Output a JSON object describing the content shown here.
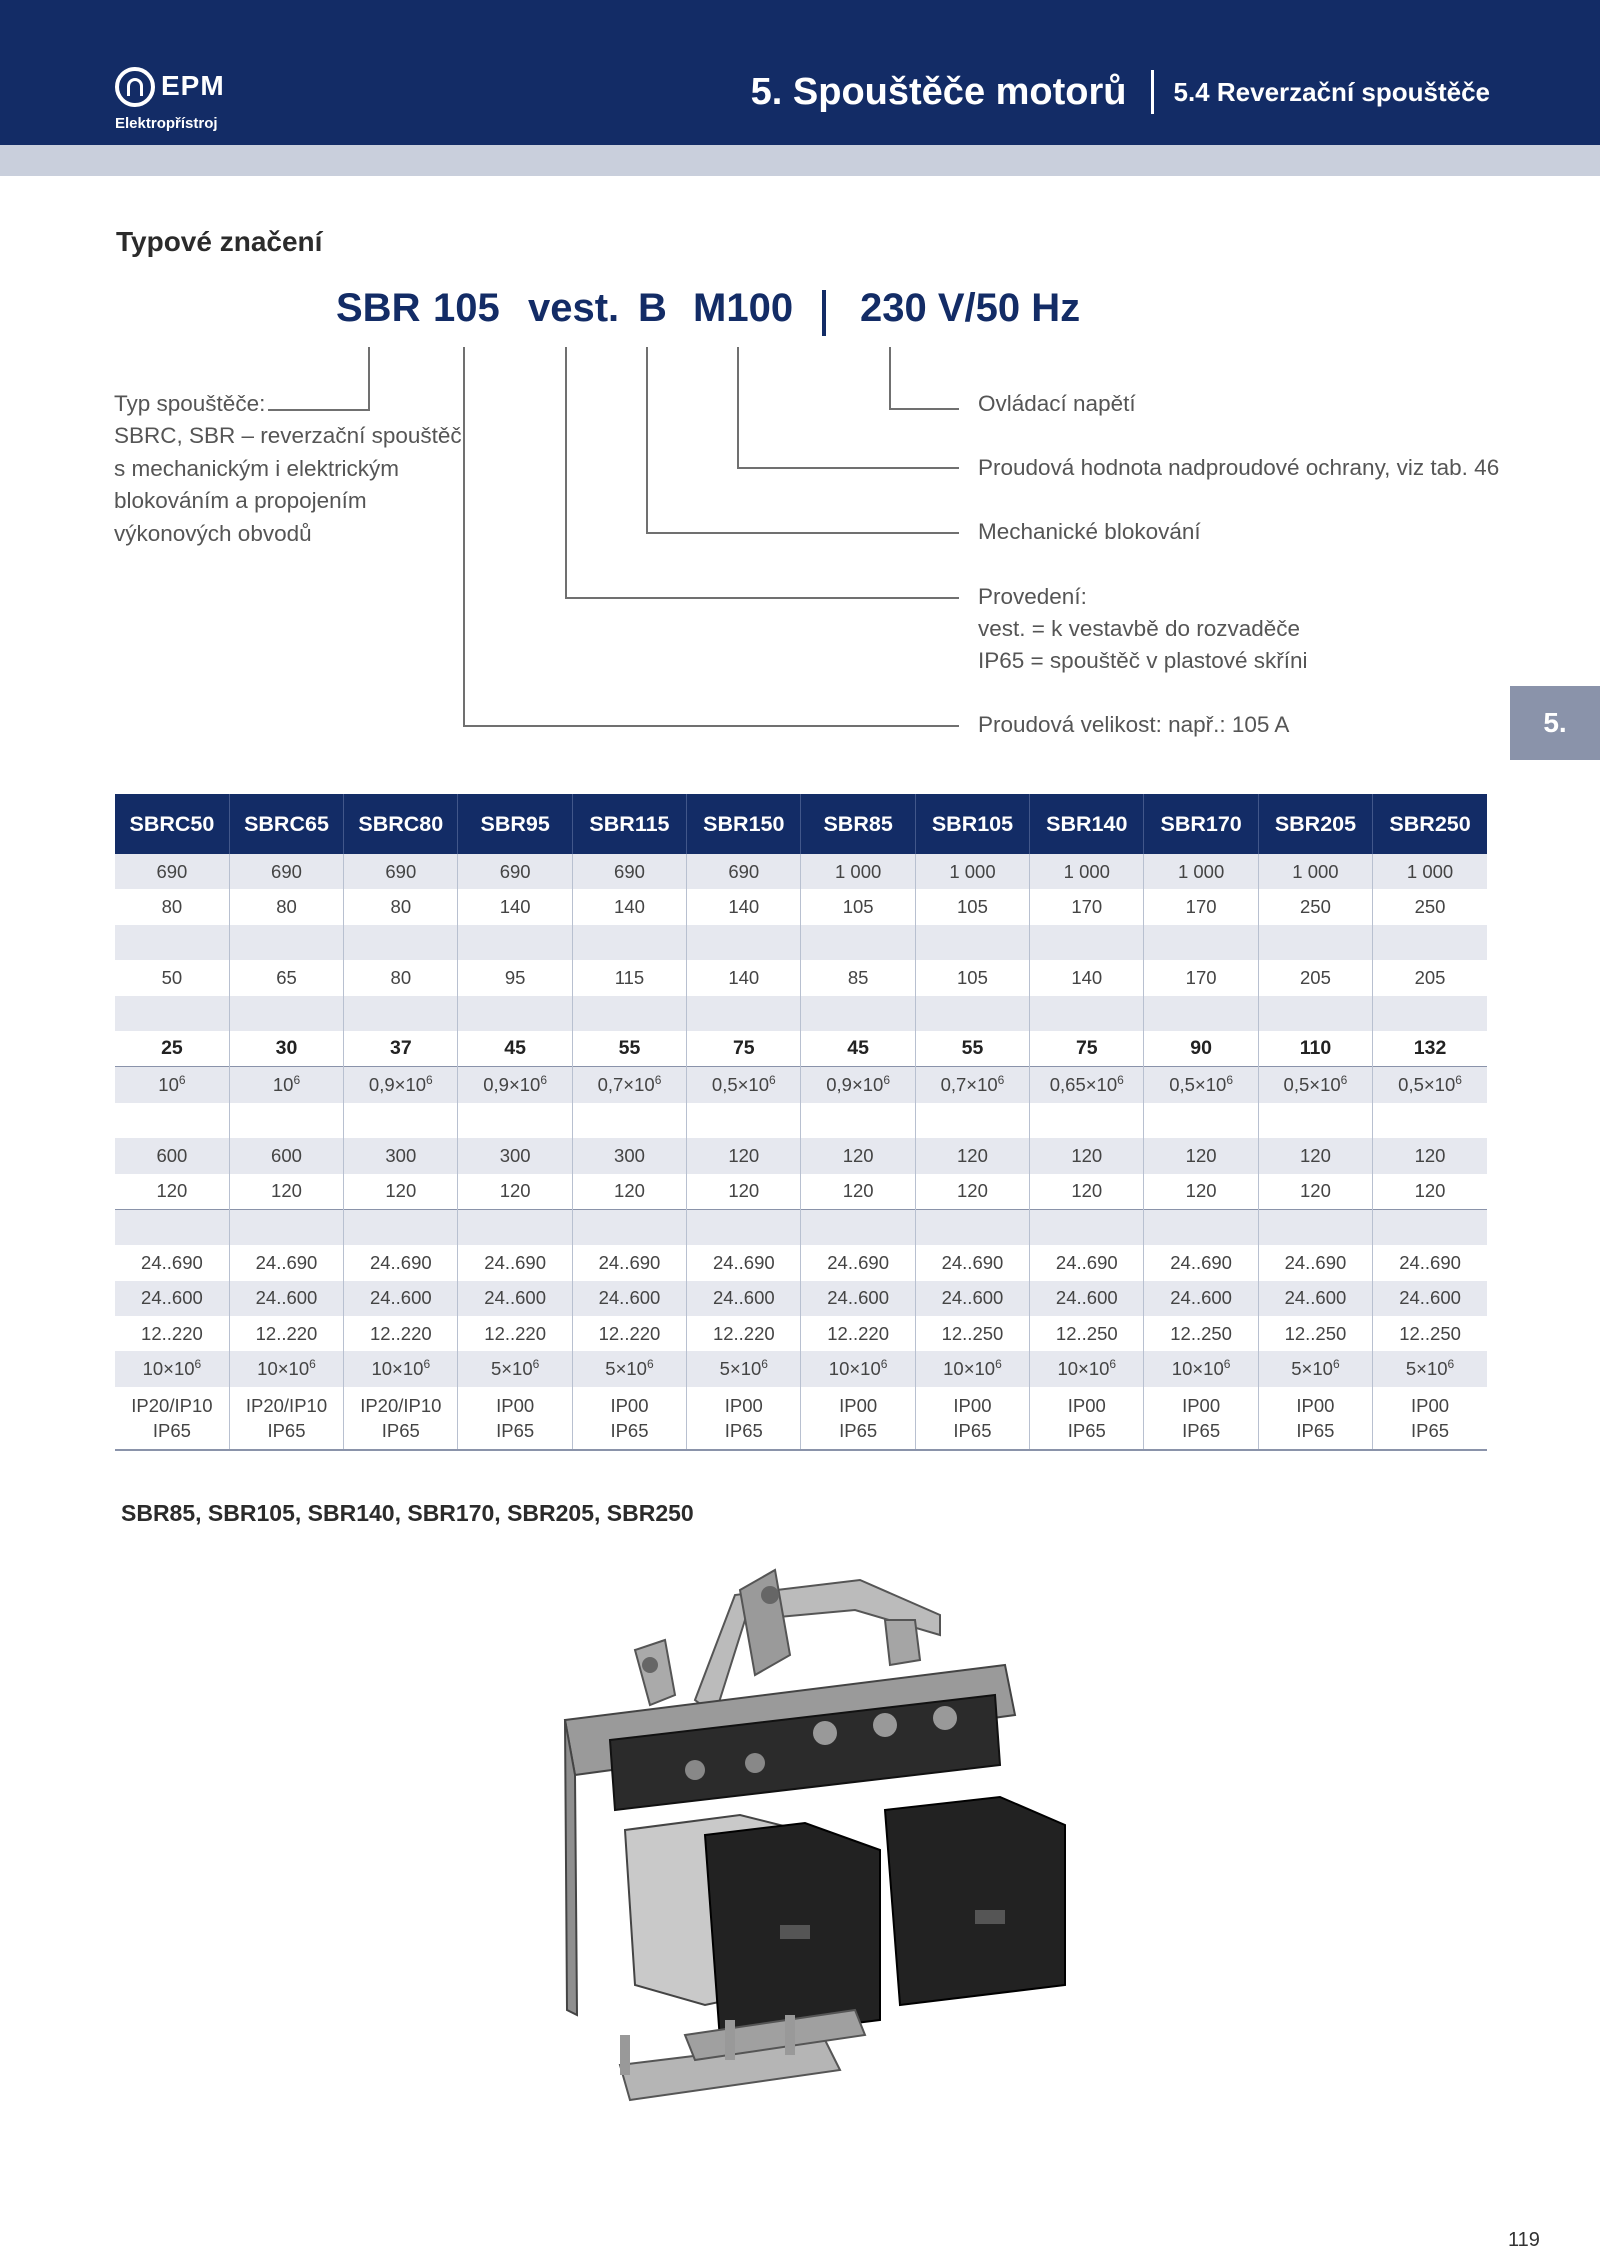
{
  "header": {
    "brand": "EPM",
    "brand_sub": "Elektropřístroj",
    "title": "5. Spouštěče motorů",
    "subtitle": "5.4 Reverzační spouštěče"
  },
  "side_tab": "5.",
  "section_title": "Typové značení",
  "code": {
    "parts": [
      "SBR",
      "105",
      "vest.",
      "B",
      "M100",
      "230 V/50 Hz"
    ]
  },
  "legend_left": [
    "Typ spouštěče:",
    "SBRC, SBR – reverzační spouštěč",
    "s mechanickým i elektrickým",
    "blokováním a propojením",
    "výkonových obvodů"
  ],
  "legend_right": {
    "voltage": "Ovládací napětí",
    "current_value": "Proudová hodnota nadproudové ochrany, viz tab. 46",
    "mechanical": "Mechanické blokování",
    "design_1": "Provedení:",
    "design_2": "vest. = k vestavbě do rozvaděče",
    "design_3": "IP65 = spouštěč v plastové skříni",
    "size": "Proudová velikost: např.: 105 A"
  },
  "table": {
    "headers": [
      "SBRC50",
      "SBRC65",
      "SBRC80",
      "SBR95",
      "SBR115",
      "SBR150",
      "SBR85",
      "SBR105",
      "SBR140",
      "SBR170",
      "SBR205",
      "SBR250"
    ],
    "r1": [
      "690",
      "690",
      "690",
      "690",
      "690",
      "690",
      "1 000",
      "1 000",
      "1 000",
      "1 000",
      "1 000",
      "1 000"
    ],
    "r2": [
      "80",
      "80",
      "80",
      "140",
      "140",
      "140",
      "105",
      "105",
      "170",
      "170",
      "250",
      "250"
    ],
    "r4": [
      "50",
      "65",
      "80",
      "95",
      "115",
      "140",
      "85",
      "105",
      "140",
      "170",
      "205",
      "205"
    ],
    "r6": [
      "25",
      "30",
      "37",
      "45",
      "55",
      "75",
      "45",
      "55",
      "75",
      "90",
      "110",
      "132"
    ],
    "r7": [
      [
        "10"
      ],
      [
        "10"
      ],
      [
        "0,9×10"
      ],
      [
        "0,9×10"
      ],
      [
        "0,7×10"
      ],
      [
        "0,5×10"
      ],
      [
        "0,9×10"
      ],
      [
        "0,7×10"
      ],
      [
        "0,65×10"
      ],
      [
        "0,5×10"
      ],
      [
        "0,5×10"
      ],
      [
        "0,5×10"
      ]
    ],
    "r7_exp": "6",
    "r9": [
      "600",
      "600",
      "300",
      "300",
      "300",
      "120",
      "120",
      "120",
      "120",
      "120",
      "120",
      "120"
    ],
    "r10": [
      "120",
      "120",
      "120",
      "120",
      "120",
      "120",
      "120",
      "120",
      "120",
      "120",
      "120",
      "120"
    ],
    "r12": [
      "24..690",
      "24..690",
      "24..690",
      "24..690",
      "24..690",
      "24..690",
      "24..690",
      "24..690",
      "24..690",
      "24..690",
      "24..690",
      "24..690"
    ],
    "r13": [
      "24..600",
      "24..600",
      "24..600",
      "24..600",
      "24..600",
      "24..600",
      "24..600",
      "24..600",
      "24..600",
      "24..600",
      "24..600",
      "24..600"
    ],
    "r14": [
      "12..220",
      "12..220",
      "12..220",
      "12..220",
      "12..220",
      "12..220",
      "12..220",
      "12..250",
      "12..250",
      "12..250",
      "12..250",
      "12..250"
    ],
    "r15": [
      "10×10",
      "10×10",
      "10×10",
      "5×10",
      "5×10",
      "5×10",
      "10×10",
      "10×10",
      "10×10",
      "10×10",
      "5×10",
      "5×10"
    ],
    "r15_exp": "6",
    "r16a": [
      "IP20/IP10",
      "IP20/IP10",
      "IP20/IP10",
      "IP00",
      "IP00",
      "IP00",
      "IP00",
      "IP00",
      "IP00",
      "IP00",
      "IP00",
      "IP00"
    ],
    "r16b": [
      "IP65",
      "IP65",
      "IP65",
      "IP65",
      "IP65",
      "IP65",
      "IP65",
      "IP65",
      "IP65",
      "IP65",
      "IP65",
      "IP65"
    ]
  },
  "models_caption": "SBR85, SBR105, SBR140, SBR170, SBR205, SBR250",
  "page_number": "119"
}
